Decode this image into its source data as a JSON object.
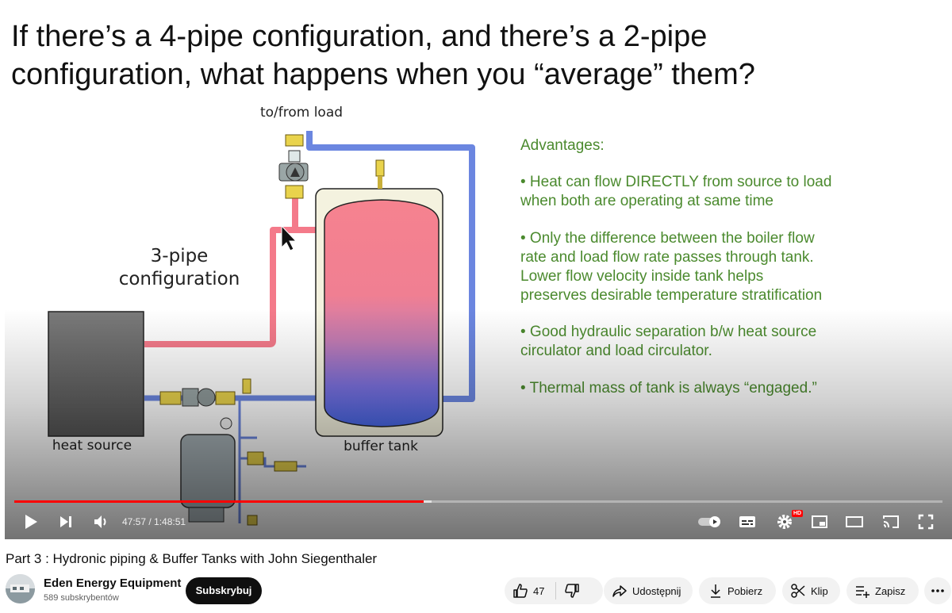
{
  "slide": {
    "title_line1": "If there’s a 4-pipe configuration, and there’s a 2-pipe",
    "title_line2": "configuration, what happens when you “average” them?",
    "labels": {
      "to_from_load": "to/from load",
      "three_pipe_line1": "3-pipe",
      "three_pipe_line2": "configuration",
      "heat_source": "heat source",
      "buffer_tank": "buffer tank"
    },
    "advantages": {
      "heading": "Advantages:",
      "items": [
        {
          "line1": "• Heat can flow DIRECTLY from source to load",
          "line2": "when both are operating at same time"
        },
        {
          "line1": "• Only the difference between the boiler flow",
          "line2": "rate and load flow rate passes through tank.",
          "line3": "Lower flow velocity inside tank helps",
          "line4": "preserves desirable temperature stratification"
        },
        {
          "line1": "• Good hydraulic separation b/w heat source",
          "line2": "circulator and load circulator."
        },
        {
          "line1": "• Thermal mass of tank is always “engaged.”"
        }
      ]
    },
    "colors": {
      "hot_pipe": "#f47a8a",
      "cold_pipe": "#6b86e0",
      "advantage_text": "#4b8a2e"
    }
  },
  "player": {
    "current_time": "47:57",
    "separator": " / ",
    "duration": "1:48:51",
    "played_fraction": 0.4407,
    "loaded_fraction": 0.4492,
    "hd_badge": "HD",
    "progress_color": "#ff0000",
    "icons": [
      "play-icon",
      "next-icon",
      "volume-icon",
      "autoplay-toggle-icon",
      "subtitles-icon",
      "settings-icon",
      "miniplayer-icon",
      "theater-icon",
      "cast-icon",
      "fullscreen-icon"
    ]
  },
  "video": {
    "title": "Part 3 : Hydronic piping & Buffer Tanks with John Siegenthaler"
  },
  "channel": {
    "name": "Eden Energy Equipment",
    "subscribers": "589 subskrybentów",
    "subscribe_label": "Subskrybuj"
  },
  "actions": {
    "like_count": "47",
    "share_label": "Udostępnij",
    "download_label": "Pobierz",
    "clip_label": "Klip",
    "save_label": "Zapisz"
  }
}
